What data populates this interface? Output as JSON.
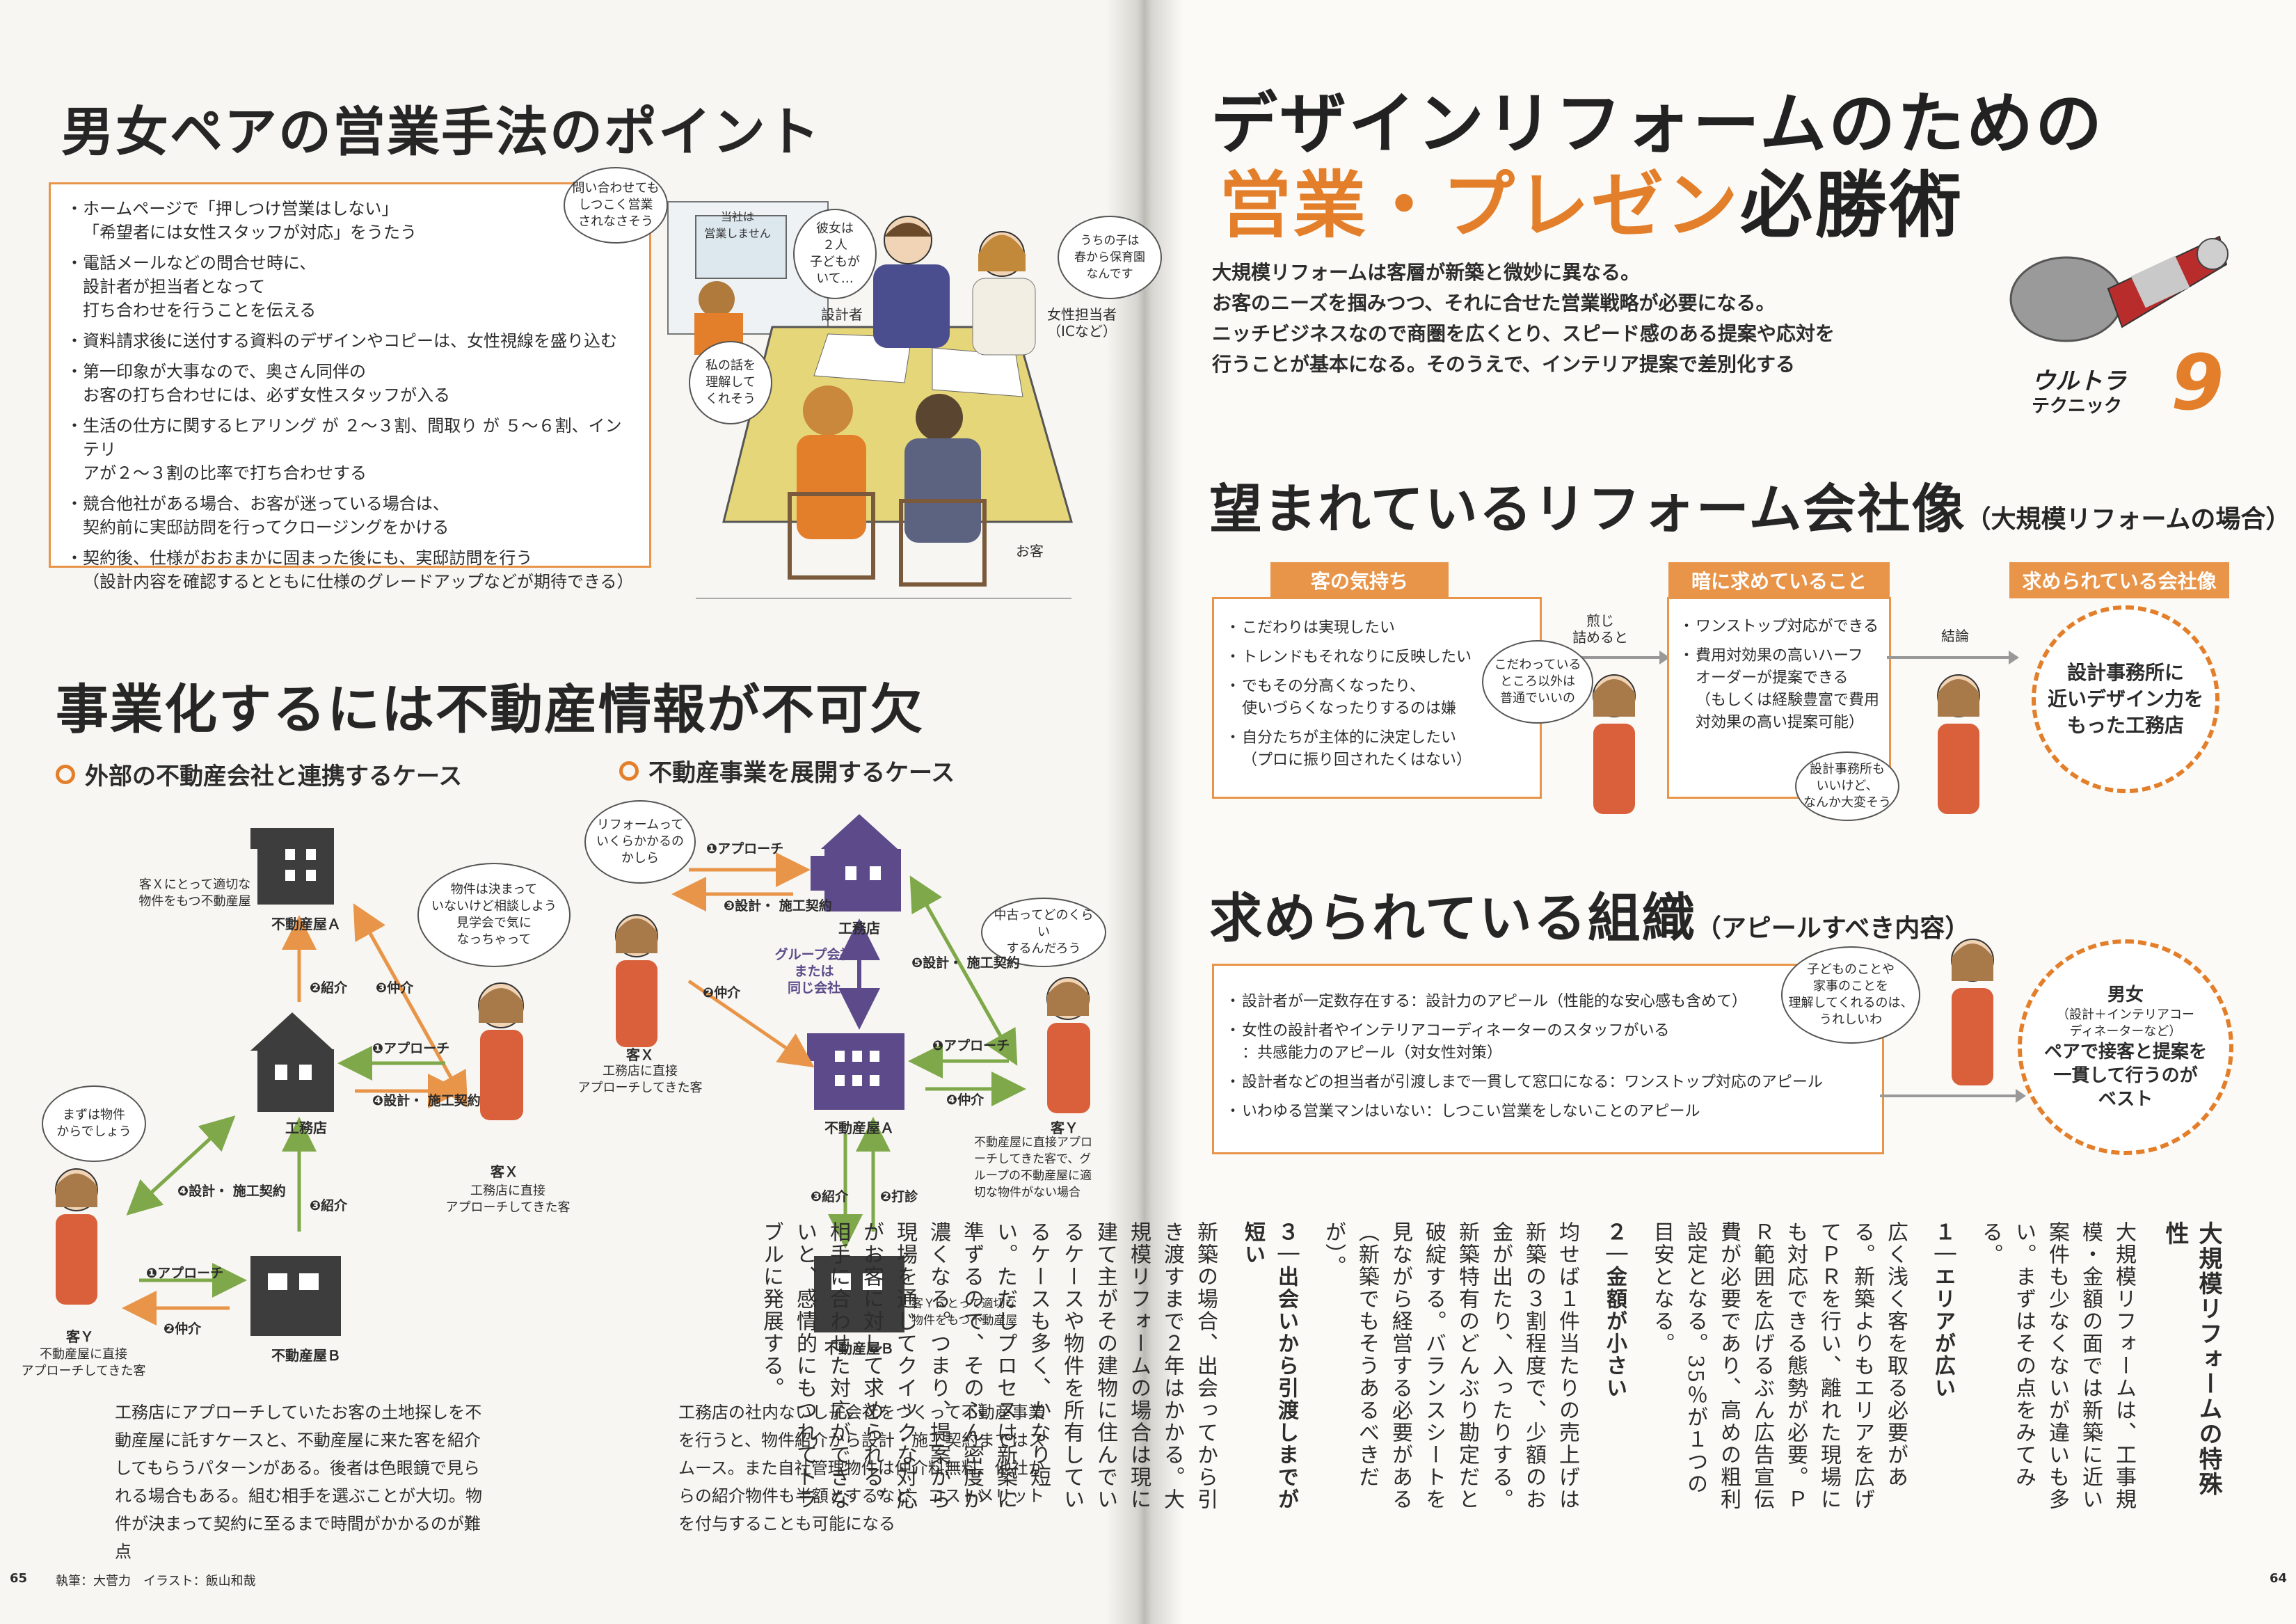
{
  "left": {
    "title1": "男女ペアの営業手法のポイント",
    "points": [
      "ホームページで「押しつけ営業はしない」\n「希望者には女性スタッフが対応」をうたう",
      "電話メールなどの問合せ時に、\n設計者が担当者となって\n打ち合わせを行うことを伝える",
      "資料請求後に送付する資料のデザインやコピーは、女性視線を盛り込む",
      "第一印象が大事なので、奥さん同伴の\nお客の打ち合わせには、必ず女性スタッフが入る",
      "生活の仕方に関するヒアリング が ２～３割、間取り が ５～６割、インテリ\nアが２～３割の比率で打ち合わせする",
      "競合他社がある場合、お客が迷っている場合は、\n契約前に実邸訪問を行ってクロージングをかける",
      "契約後、仕様がおおまかに固まった後にも、実邸訪問を行う\n（設計内容を確認するとともに仕様のグレードアップなどが期待できる）"
    ],
    "illus": {
      "bubble_inquiry": "問い合わせても\nしつこく営業\nされなさそう",
      "screen_text": "当社は\n営業しません",
      "bubble_designer": "彼女は\n２人\n子どもが\nいて…",
      "bubble_female": "うちの子は\n春から保育園\nなんです",
      "bubble_customer": "私の話を\n理解して\nくれそう",
      "label_designer": "設計者",
      "label_female": "女性担当者\n（ICなど）",
      "label_customer": "お客"
    },
    "title2": "事業化するには不動産情報が不可欠",
    "case1": {
      "heading": "外部の不動産会社と連携するケース",
      "note_a": "客Ｘにとって適切な\n物件をもつ不動産屋",
      "building_a": "不動産屋Ａ",
      "building_k": "工務店",
      "building_b": "不動産屋Ｂ",
      "bubble_x": "物件は決まって\nいないけど相談しよう\n見学会で気に\nなっちゃって",
      "bubble_y": "まずは物件\nからでしょう",
      "arrow_approach_x": "❶アプローチ",
      "arrow_contract_x": "❹設計・\n施工契約",
      "arrow_intro_a": "❷紹介",
      "arrow_broker_a": "❸仲介",
      "arrow_contract_y": "❹設計・\n施工契約",
      "arrow_intro_b": "❸紹介",
      "arrow_approach_y": "❶アプローチ",
      "arrow_broker_y": "❷仲介",
      "person_x": "客Ｘ",
      "person_x_note": "工務店に直接\nアプローチしてきた客",
      "person_y": "客Ｙ",
      "person_y_note": "不動産屋に直接\nアプローチしてきた客",
      "paragraph": "工務店にアプローチしていたお客の土地探しを不動産屋に託すケースと、不動産屋に来た客を紹介してもらうパターンがある。後者は色眼鏡で見られる場合もある。組む相手を選ぶことが大切。物件が決まって契約に至るまで時間がかかるのが難点"
    },
    "case2": {
      "heading": "不動産事業を展開するケース",
      "bubble_x": "リフォームって\nいくらかかるの\nかしら",
      "bubble_y": "中古ってどのくらい\nするんだろう",
      "building_k": "工務店",
      "building_a": "不動産屋Ａ",
      "building_b": "不動産屋Ｂ",
      "group": "グループ会社\nまたは\n同じ会社",
      "arrow_approach_x": "❶アプローチ",
      "arrow_contract_x": "❸設計・\n施工契約",
      "arrow_broker_x": "❷仲介",
      "arrow_contract_y": "❺設計・\n施工契約",
      "arrow_approach_y": "❶アプローチ",
      "arrow_broker_y": "❹仲介",
      "arrow_intro": "❸紹介",
      "arrow_sound": "❷打診",
      "person_x": "客Ｘ",
      "person_x_note": "工務店に直接\nアプローチしてきた客",
      "person_y": "客Ｙ",
      "person_y_note": "不動産屋に直接アプロ\nーチしてきた客で、グ\nループの不動産屋に適\n切な物件がない場合",
      "note_b": "客Ｙにとって適切な\n物件をもつ不動産屋",
      "paragraph": "工務店の社内ないし子会社をつくって不動産事業を行うと、物件紹介から設計・施工契約まではスムース。また自社管理物件は仲介料無料、他社からの紹介物件も半額とするなど、コストメリットを付与することも可能になる"
    },
    "page_number": "65",
    "credit": "執筆：大菅力　イラスト：飯山和哉"
  },
  "right": {
    "title_line1": "デザインリフォームのための",
    "title_line2_orange": "営業・プレゼン",
    "title_line2_dark": "必勝術",
    "lead": [
      "大規模リフォームは客層が新築と微妙に異なる。",
      "お客のニーズを掴みつつ、それに合せた営業戦略が必要になる。",
      "ニッチビジネスなので商圏を広くとり、スピード感のある提案や応対を",
      "行うことが基本になる。そのうえで、インテリア提案で差別化する"
    ],
    "badge": {
      "line1": "ウルトラ",
      "line2": "テクニック",
      "number": "9"
    },
    "section1": {
      "title": "望まれているリフォーム会社像",
      "sub": "（大規模リフォームの場合）",
      "tag1": "客の気持ち",
      "tag2": "暗に求めていること",
      "tag3": "求められている会社像",
      "feelings": [
        "こだわりは実現したい",
        "トレンドもそれなりに反映したい",
        "でもその分高くなったり、\n使いづらくなったりするのは嫌",
        "自分たちが主体的に決定したい\n（プロに振り回されたくはない）"
      ],
      "arrow1": "煎じ\n詰めると",
      "bubble1": "こだわっている\nところ以外は\n普通でいいの",
      "implied": [
        "ワンストップ対応ができる",
        "費用対効果の高いハーフ\nオーダーが提案できる\n（もしくは経験豊富で費用\n対効果の高い提案可能）"
      ],
      "arrow2": "結論",
      "bubble2": "設計事務所も\nいいけど、\nなんか大変そう",
      "result": "設計事務所に\n近いデザイン力を\nもった工務店"
    },
    "section2": {
      "title": "求められている組織",
      "sub": "（アピールすべき内容）",
      "items": [
        "設計者が一定数存在する：設計力のアピール（性能的な安心感も含めて）",
        "女性の設計者やインテリアコーディネーターのスタッフがいる\n：共感能力のアピール（対女性対策）",
        "設計者などの担当者が引渡しまで一貫して窓口になる：ワンストップ対応のアピール",
        "いわゆる営業マンはいない：しつこい営業をしないことのアピール"
      ],
      "bubble": "子どものことや\n家事のことを\n理解してくれるのは、\nうれしいわ",
      "result_title": "男女",
      "result_sub": "（設計＋インテリアコー\nディネーターなど）",
      "result_main": "ペアで接客と提案を\n一貫して行うのが\nベスト"
    },
    "article": {
      "title": "大規模リフォームの特殊性",
      "intro": "大規模リフォームは、工事規模・金額の面では新築に近い案件も少なくないが違いも多い。まずはその点をみてみる。",
      "s1_head": "１｜エリアが広い",
      "s1_body": "広く浅く客を取る必要がある。新築よりもエリアを広げてＰＲを行い、離れた現場にも対応できる態勢が必要。ＰＲ範囲を広げるぶん広告宣伝費が必要であり、高めの粗利設定となる。35％が１つの目安となる。",
      "s2_head": "２｜金額が小さい",
      "s2_body": "均せば１件当たりの売上げは新築の３割程度で、少額のお金が出たり、入ったりする。新築特有のどんぶり勘定だと破綻する。バランスシートを見ながら経営する必要がある（新築でもそうあるべきだが）。",
      "s3_head": "３｜出会いから引渡しまでが短い",
      "s3_body": "新築の場合、出会ってから引き渡すまで２年はかかる。大規模リフォームの場合は現に建て主がその建物に住んでいるケースや物件を所有しているケースも多く、かなり短い。ただしプロセスは新築に準ずるので、そのぶん密度が濃くなる。つまり、提案から現場を通じてクイックな対応がお客に対して求められる。相手に合わせた対応ができないと、感情的にもつれてトラブルに発展する。"
    },
    "page_number": "64"
  }
}
